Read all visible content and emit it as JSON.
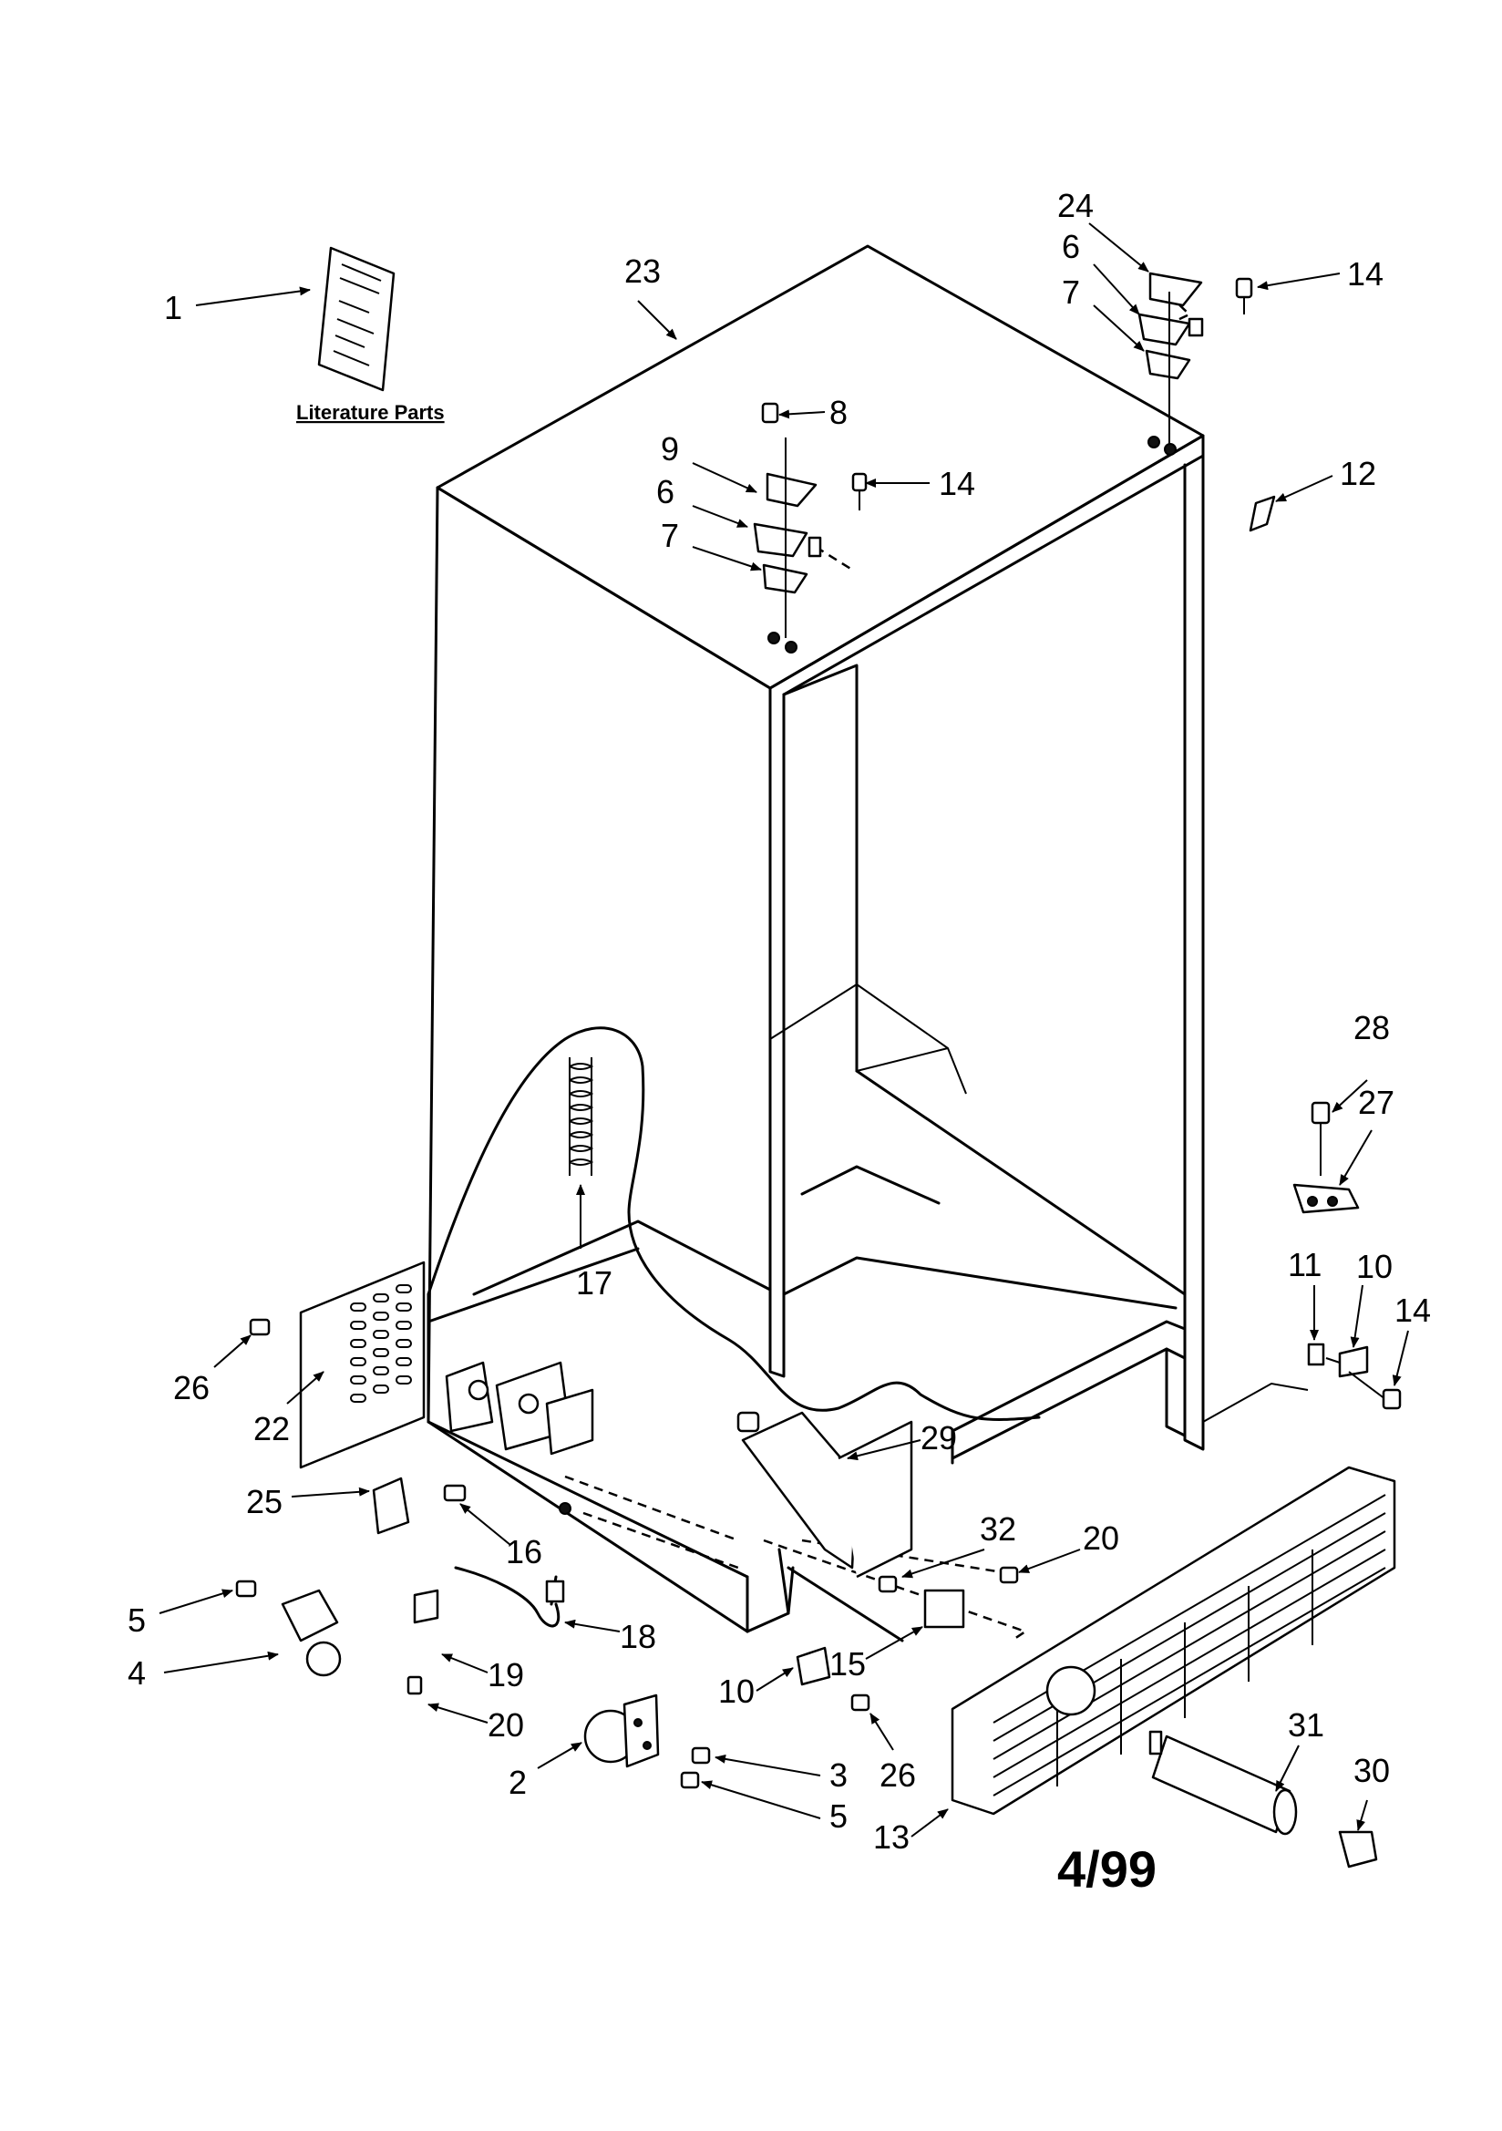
{
  "literature_parts_label": "Literature Parts",
  "date_code": "4/99",
  "callouts": [
    "1",
    "23",
    "24",
    "6",
    "7",
    "14",
    "8",
    "9",
    "6",
    "14",
    "7",
    "12",
    "28",
    "27",
    "11",
    "10",
    "14",
    "17",
    "26",
    "22",
    "29",
    "25",
    "16",
    "32",
    "20",
    "5",
    "18",
    "4",
    "19",
    "20",
    "10",
    "15",
    "26",
    "31",
    "30",
    "2",
    "3",
    "5",
    "13"
  ]
}
